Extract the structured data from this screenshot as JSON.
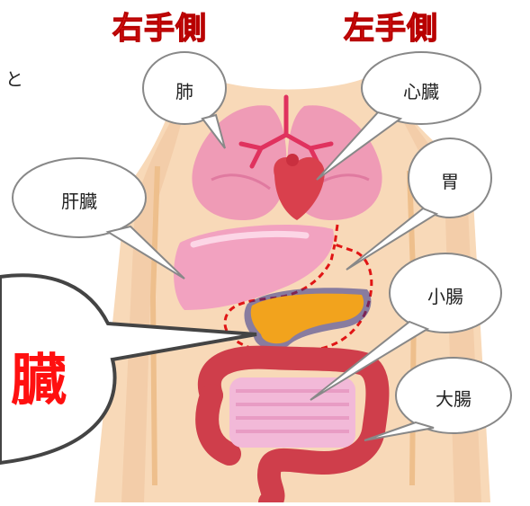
{
  "header": {
    "right_side": "右手側",
    "left_side": "左手側"
  },
  "fragment_top_left": "と",
  "organ_labels": {
    "lungs": "肺",
    "heart": "心臓",
    "liver": "肝臓",
    "stomach": "胃",
    "small_intestine": "小腸",
    "large_intestine": "大腸"
  },
  "highlight": {
    "text": "臓",
    "organ": "pancreas"
  },
  "colors": {
    "header_red": "#ff3b3b",
    "highlight_red": "#ff1010",
    "body_skin": "#f8d9b8",
    "lung_pink": "#ef9bb6",
    "heart_red": "#d9404d",
    "liver_pink": "#f2a2c0",
    "pancreas_orange": "#f2a31d",
    "pancreas_glow": "#2b2f8a",
    "intestine_red": "#cf3e4b",
    "small_intestine_pink": "#f2b9d8",
    "outline_dash": "#e01515"
  }
}
